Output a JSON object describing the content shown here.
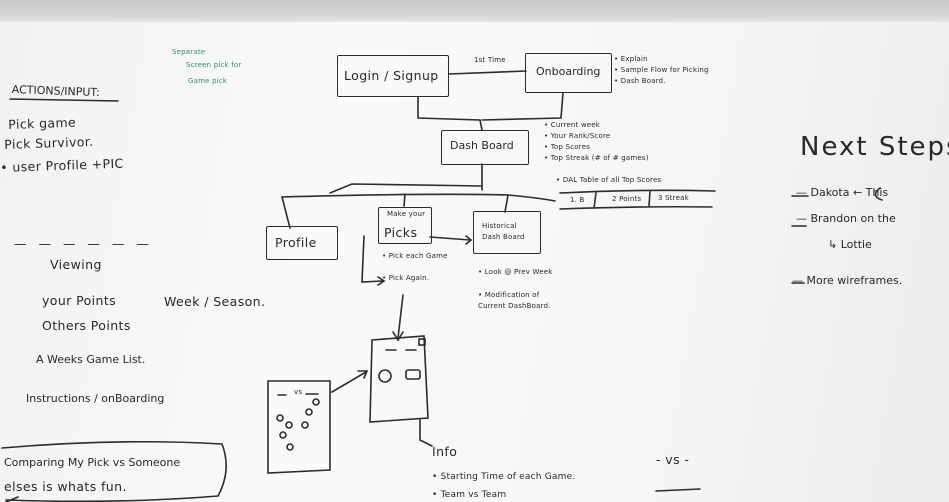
{
  "board": {
    "teal_note": [
      "Separate",
      "Screen pick for",
      "Game pick"
    ],
    "actions_title": "ACTIONS/INPUT:",
    "actions_items": [
      "Pick game",
      "Pick Survivor.",
      "• user Profile +PIC"
    ],
    "dash_separator": "— — — — — —",
    "viewing_title": "Viewing",
    "viewing_items": [
      "your Points",
      "Others Points",
      "A Weeks Game List.",
      "Instructions / onBoarding"
    ],
    "week_season": "Week / Season.",
    "comparing_lines": [
      "Comparing My Pick vs Someone",
      "elses   is whats fun."
    ],
    "boxes": {
      "login": "Login / Signup",
      "onboarding": "Onboarding",
      "dashboard": "Dash Board",
      "profile": "Profile",
      "make_picks_small": "Make your",
      "make_picks": "Picks",
      "historical": "Historical Dash Board"
    },
    "first_time": "1st Time",
    "onboarding_notes": [
      "• Explain",
      "• Sample Flow for Picking",
      "• Dash Board."
    ],
    "dashboard_notes": [
      "• Current week",
      "• Your Rank/Score",
      "• Top Scores",
      "• Top Streak (# of # games)",
      "• DAL Table of all Top Scores"
    ],
    "table_cells": [
      "1. B",
      "2 Points",
      "3 Streak"
    ],
    "picks_notes": [
      "• Pick each Game",
      "• Pick Again."
    ],
    "historical_notes": [
      "• Look @ Prev Week",
      "• Modification of Current DashBoard."
    ],
    "vs_label": "vs",
    "info_title": "Info",
    "info_items": [
      "• Starting Time of each Game.",
      "• Team vs Team"
    ],
    "vs_dash": "- vs -",
    "next_steps_title": "Next Steps",
    "next_steps_items": [
      "— Dakota  ← This",
      "— Brandon  on the",
      "↳ Lottie",
      "— More wireframes."
    ]
  }
}
